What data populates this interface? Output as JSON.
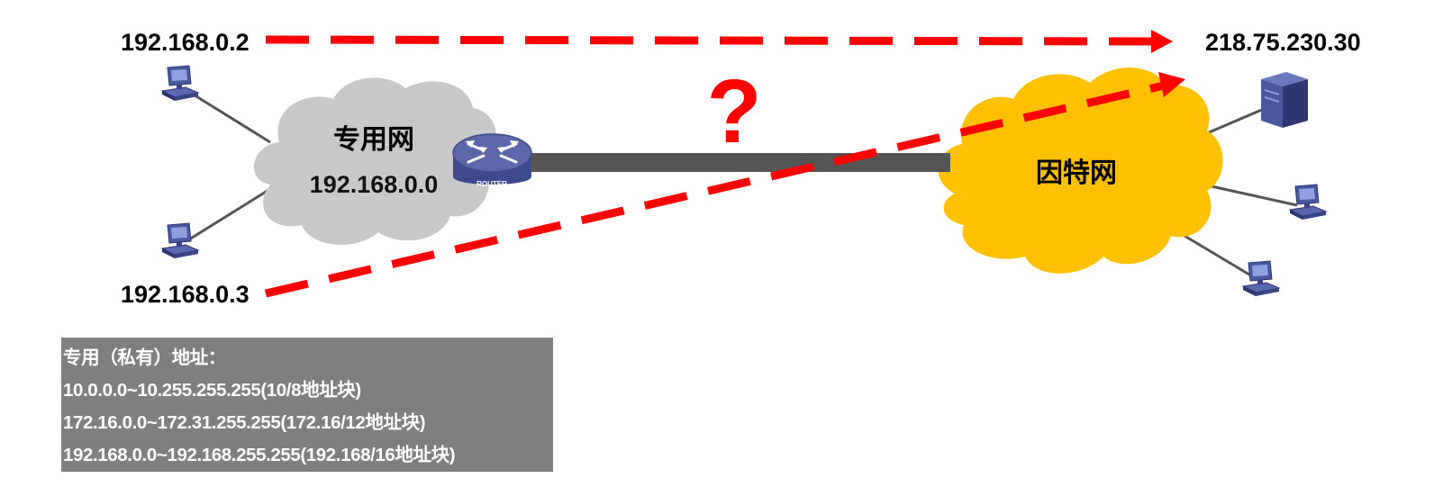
{
  "hosts": {
    "host_top_ip": "192.168.0.2",
    "host_bottom_ip": "192.168.0.3",
    "server_ip": "218.75.230.30"
  },
  "private_network": {
    "name": "专用网",
    "address": "192.168.0.0",
    "router_label": "ROUTER"
  },
  "internet": {
    "name": "因特网"
  },
  "question_mark": "?",
  "info_box": {
    "title": "专用（私有）地址：",
    "ranges": [
      "10.0.0.0~10.255.255.255(10/8地址块)",
      "172.16.0.0~172.31.255.255(172.16/12地址块)",
      "192.168.0.0~192.168.255.255(192.168/16地址块)"
    ]
  },
  "colors": {
    "arrow": "#ff0000",
    "private_cloud": "#c8c8c8",
    "internet_cloud": "#ffc000",
    "link": "#555555",
    "router": "#5b67a8",
    "info_box_bg": "#7f7f7f"
  }
}
